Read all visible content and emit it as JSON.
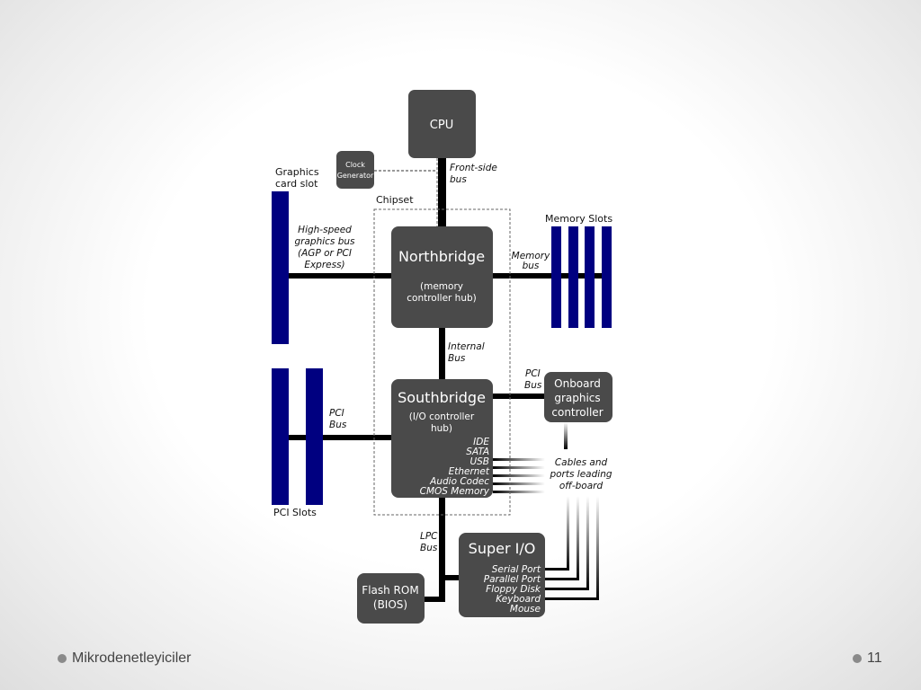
{
  "diagram": {
    "cpu": "CPU",
    "clock_line1": "Clock",
    "clock_line2": "Generator",
    "front_side_bus": [
      "Front-side",
      "bus"
    ],
    "graphics_card_slot": [
      "Graphics",
      "card slot"
    ],
    "chipset": "Chipset",
    "high_speed_bus": [
      "High-speed",
      "graphics bus",
      "(AGP or PCI",
      "Express)"
    ],
    "northbridge": {
      "title": "Northbridge",
      "sub": [
        "(memory",
        "controller hub)"
      ]
    },
    "memory_slots": "Memory Slots",
    "memory_bus": [
      "Memory",
      "bus"
    ],
    "internal_bus": [
      "Internal",
      "Bus"
    ],
    "southbridge": {
      "title": "Southbridge",
      "sub": [
        "(I/O controller",
        "hub)"
      ],
      "ports": [
        "IDE",
        "SATA",
        "USB",
        "Ethernet",
        "Audio Codec",
        "CMOS Memory"
      ]
    },
    "pci_bus_left": [
      "PCI",
      "Bus"
    ],
    "pci_bus_right": [
      "PCI",
      "Bus"
    ],
    "pci_slots": "PCI Slots",
    "onboard_graphics": [
      "Onboard",
      "graphics",
      "controller"
    ],
    "cables": [
      "Cables and",
      "ports leading",
      "off-board"
    ],
    "lpc_bus": [
      "LPC",
      "Bus"
    ],
    "super_io": {
      "title": "Super I/O",
      "ports": [
        "Serial Port",
        "Parallel Port",
        "Floppy Disk",
        "Keyboard",
        "Mouse"
      ]
    },
    "flash_rom": [
      "Flash ROM",
      "(BIOS)"
    ]
  },
  "footer": {
    "title": "Mikrodenetleyiciler",
    "page": "11"
  },
  "colors": {
    "box": "#4a4a4a",
    "slot": "#000080",
    "bus": "#000000"
  }
}
